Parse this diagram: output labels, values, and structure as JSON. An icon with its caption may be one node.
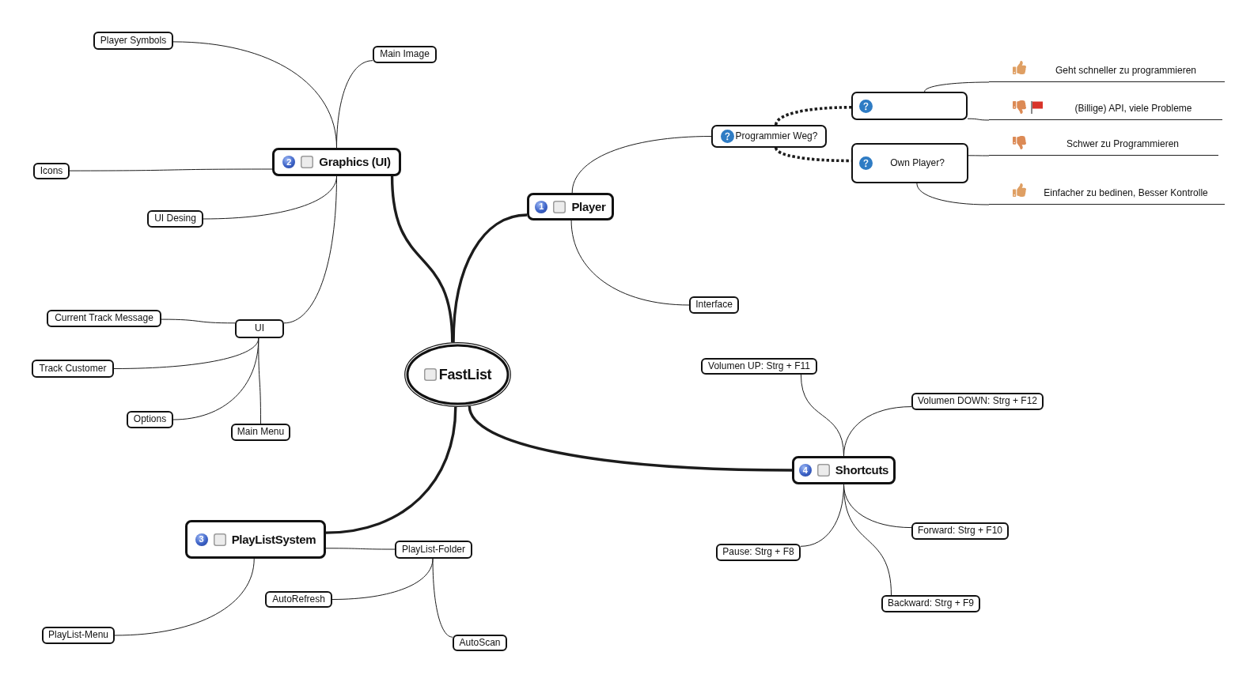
{
  "diagram": {
    "nodes": [
      {
        "text": [
          "FastList"
        ]
      },
      {
        "text": [
          "1",
          "Player"
        ]
      },
      {
        "text": [
          "Programmier Weg?"
        ]
      },
      {
        "text": [],
        "shape": "box"
      },
      {
        "text": [
          "Own Player?"
        ]
      },
      {
        "text": [
          "Geht schneller zu programmieren"
        ]
      },
      {
        "text": [
          "(Billige) API, viele Probleme"
        ]
      },
      {
        "text": [
          "Schwer zu Programmieren"
        ]
      },
      {
        "text": [
          "Einfacher zu bedinen, Besser Kontrolle"
        ]
      },
      {
        "text": [
          "Interface"
        ]
      },
      {
        "text": [
          "2",
          "Graphics (UI)"
        ]
      },
      {
        "text": [
          "Player Symbols"
        ]
      },
      {
        "text": [
          "Main Image"
        ]
      },
      {
        "text": [
          "Icons"
        ]
      },
      {
        "text": [
          "UI Desing"
        ]
      },
      {
        "text": [
          "UI"
        ]
      },
      {
        "text": [
          "Current Track Message"
        ]
      },
      {
        "text": [
          "Track Customer"
        ]
      },
      {
        "text": [
          "Options"
        ]
      },
      {
        "text": [
          "Main Menu"
        ]
      },
      {
        "text": [
          "3",
          "PlayListSystem"
        ]
      },
      {
        "text": [
          "PlayList-Folder"
        ]
      },
      {
        "text": [
          "AutoRefresh"
        ]
      },
      {
        "text": [
          "AutoScan"
        ]
      },
      {
        "text": [
          "PlayList-Menu"
        ]
      },
      {
        "text": [
          "4",
          "Shortcuts"
        ]
      },
      {
        "text": [
          "Volumen UP: Strg + F11"
        ]
      },
      {
        "text": [
          "Volumen DOWN: Strg + F12"
        ]
      },
      {
        "text": [
          "Forward: Strg + F10"
        ]
      },
      {
        "text": [
          "Pause: Strg + F8"
        ]
      },
      {
        "text": [
          "Backward: Strg + F9"
        ]
      }
    ],
    "edges": [
      {
        "from": 0,
        "to": 1,
        "arrow": "none",
        "style": "thick"
      },
      {
        "from": 1,
        "to": 2,
        "arrow": "none"
      },
      {
        "from": 2,
        "to": 3,
        "arrow": "none",
        "style": "dashed"
      },
      {
        "from": 2,
        "to": 4,
        "arrow": "none",
        "style": "dashed"
      },
      {
        "from": 3,
        "to": 5,
        "arrow": "none"
      },
      {
        "from": 3,
        "to": 6,
        "arrow": "none"
      },
      {
        "from": 4,
        "to": 7,
        "arrow": "none"
      },
      {
        "from": 4,
        "to": 8,
        "arrow": "none"
      },
      {
        "from": 1,
        "to": 9,
        "arrow": "none"
      },
      {
        "from": 0,
        "to": 10,
        "arrow": "none",
        "style": "thick"
      },
      {
        "from": 10,
        "to": 11,
        "arrow": "none"
      },
      {
        "from": 10,
        "to": 12,
        "arrow": "none"
      },
      {
        "from": 10,
        "to": 13,
        "arrow": "none"
      },
      {
        "from": 10,
        "to": 14,
        "arrow": "none"
      },
      {
        "from": 10,
        "to": 15,
        "arrow": "none"
      },
      {
        "from": 15,
        "to": 16,
        "arrow": "none"
      },
      {
        "from": 15,
        "to": 17,
        "arrow": "none"
      },
      {
        "from": 15,
        "to": 18,
        "arrow": "none"
      },
      {
        "from": 15,
        "to": 19,
        "arrow": "none"
      },
      {
        "from": 0,
        "to": 20,
        "arrow": "none",
        "style": "thick"
      },
      {
        "from": 20,
        "to": 21,
        "arrow": "none"
      },
      {
        "from": 21,
        "to": 22,
        "arrow": "none"
      },
      {
        "from": 21,
        "to": 23,
        "arrow": "none"
      },
      {
        "from": 20,
        "to": 24,
        "arrow": "none"
      },
      {
        "from": 0,
        "to": 25,
        "arrow": "none",
        "style": "thick"
      },
      {
        "from": 25,
        "to": 26,
        "arrow": "none"
      },
      {
        "from": 25,
        "to": 27,
        "arrow": "none"
      },
      {
        "from": 25,
        "to": 28,
        "arrow": "none"
      },
      {
        "from": 25,
        "to": 29,
        "arrow": "none"
      },
      {
        "from": 25,
        "to": 30,
        "arrow": "none"
      }
    ]
  }
}
